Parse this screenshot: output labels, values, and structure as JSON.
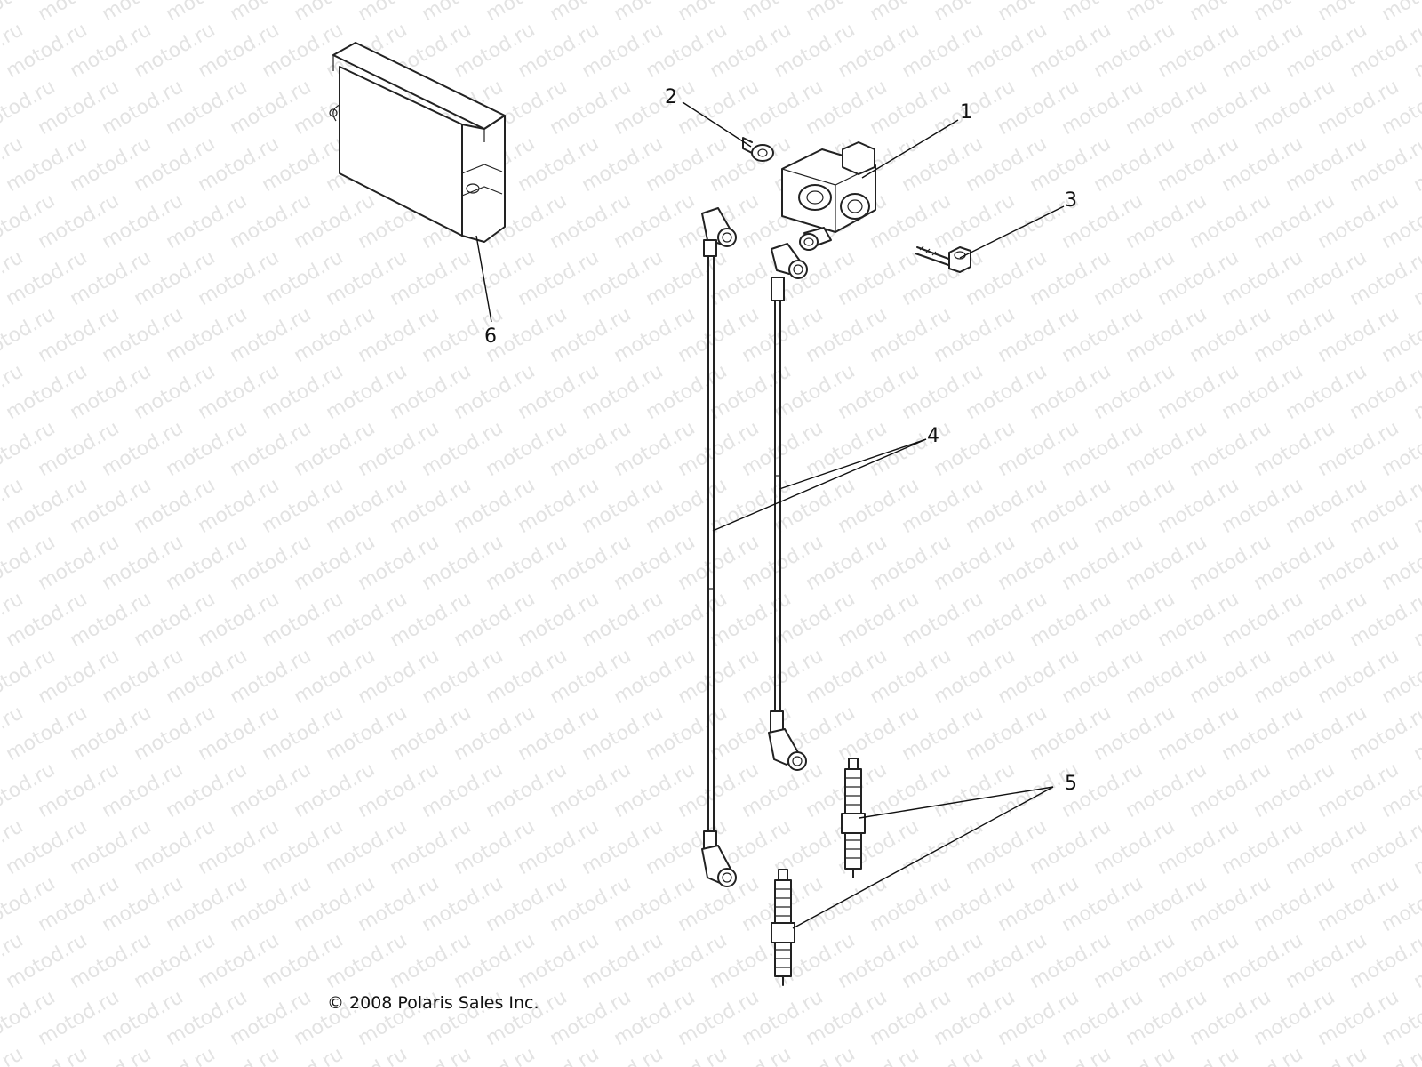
{
  "watermark": {
    "text": "motod.ru"
  },
  "callouts": [
    {
      "id": "1",
      "label": "1"
    },
    {
      "id": "2",
      "label": "2"
    },
    {
      "id": "3",
      "label": "3"
    },
    {
      "id": "4",
      "label": "4"
    },
    {
      "id": "5",
      "label": "5"
    },
    {
      "id": "6",
      "label": "6"
    }
  ],
  "copyright": "© 2008 Polaris Sales Inc."
}
